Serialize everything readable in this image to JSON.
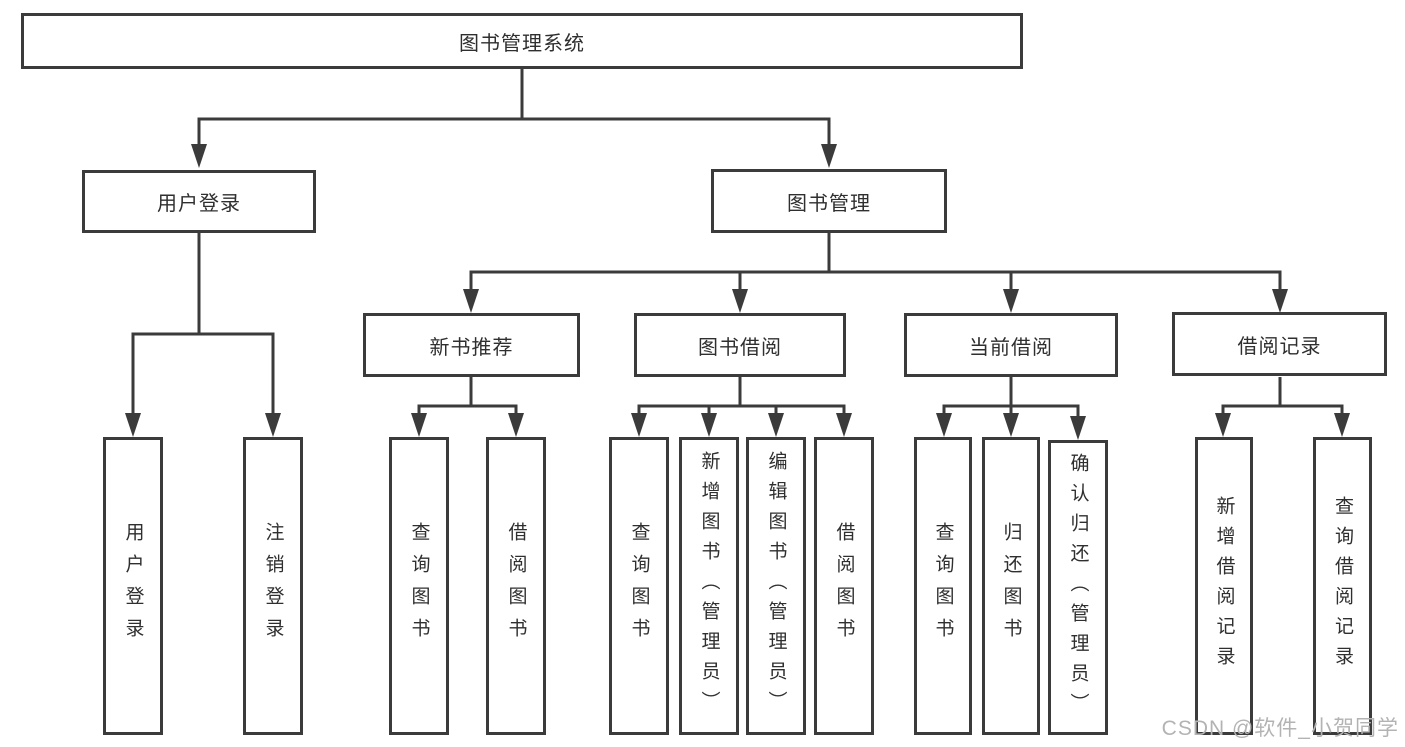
{
  "watermark": "CSDN @软件_小贺同学",
  "colors": {
    "line": "#3b3b3b",
    "text": "#2f2f2f",
    "watermark": "#b3b3b3",
    "background": "#ffffff"
  },
  "tree": {
    "root": {
      "label": "图书管理系统"
    },
    "branches": [
      {
        "label": "用户登录",
        "leaves": [
          {
            "label": "用户登录"
          },
          {
            "label": "注销登录"
          }
        ]
      },
      {
        "label": "图书管理",
        "groups": [
          {
            "label": "新书推荐",
            "leaves": [
              {
                "label": "查询图书"
              },
              {
                "label": "借阅图书"
              }
            ]
          },
          {
            "label": "图书借阅",
            "leaves": [
              {
                "label": "查询图书"
              },
              {
                "label": "新增图书（管理员）"
              },
              {
                "label": "编辑图书（管理员）"
              },
              {
                "label": "借阅图书"
              }
            ]
          },
          {
            "label": "当前借阅",
            "leaves": [
              {
                "label": "查询图书"
              },
              {
                "label": "归还图书"
              },
              {
                "label": "确认归还（管理员）"
              }
            ]
          },
          {
            "label": "借阅记录",
            "leaves": [
              {
                "label": "新增借阅记录"
              },
              {
                "label": "查询借阅记录"
              }
            ]
          }
        ]
      }
    ]
  }
}
